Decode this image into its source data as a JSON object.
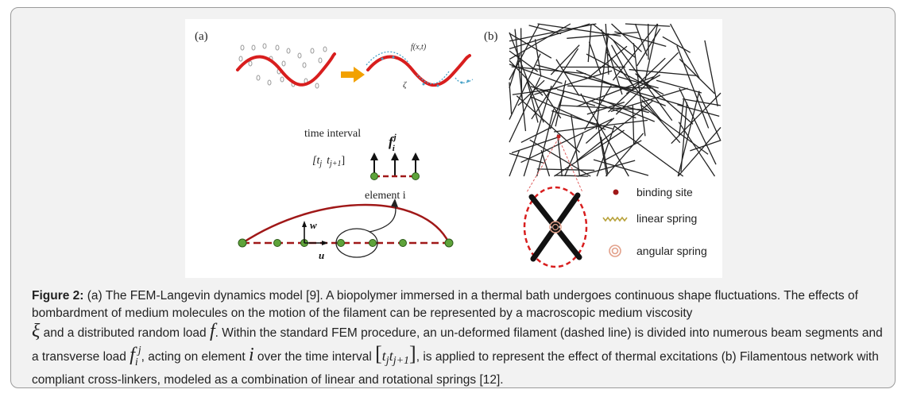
{
  "panel_a": {
    "label": "(a)",
    "force_label": "f(x,t)",
    "zeta_label": "ζ",
    "time_interval_label": "time interval",
    "interval_t": "[t",
    "interval_j": "j",
    "interval_t2": "t",
    "interval_j1": "j+1",
    "interval_close": "]",
    "fij_f": "f",
    "fij_sup": "j",
    "fij_sub": "i",
    "element_label": "element i",
    "w_label": "w",
    "u_label": "u"
  },
  "panel_b": {
    "label": "(b)",
    "legend": [
      {
        "key": "binding",
        "label": "binding site"
      },
      {
        "key": "linear",
        "label": "linear spring"
      },
      {
        "key": "angular",
        "label": "angular spring"
      }
    ]
  },
  "caption": {
    "fig_label": "Figure 2:",
    "part1": " (a) The FEM-Langevin dynamics model [9]. A biopolymer immersed in a thermal bath undergoes continuous shape fluctuations. The effects of bombardment of medium molecules on the motion of the filament can be represented by a macroscopic medium viscosity",
    "xi": "ξ",
    "part2": " and a distributed random load ",
    "f": "f",
    "part3": ". Within the standard FEM procedure, an un-deformed filament (dashed line) is divided into numerous beam segments and a transverse load ",
    "fij_f": "f",
    "fij_sub": "i",
    "fij_sup": "j",
    "part4": ", acting on element ",
    "i": "i",
    "part5": " over the time interval ",
    "bracket_open": "[",
    "t1": "t",
    "t1_sub": "j",
    "t2": "t",
    "t2_sub": "j+1",
    "bracket_close": "]",
    "part6": ", is applied to represent the effect of thermal excitations (b) Filamentous network with compliant cross-linkers, modeled as a combination of linear and rotational springs [12]."
  },
  "colors": {
    "filament_red": "#d81e1e",
    "dark_red": "#a01818",
    "arrow_orange": "#f2a100",
    "solvent_blue": "#4aa3c8",
    "node_green": "#5ea33a",
    "frame_bg": "#f2f2f2"
  }
}
